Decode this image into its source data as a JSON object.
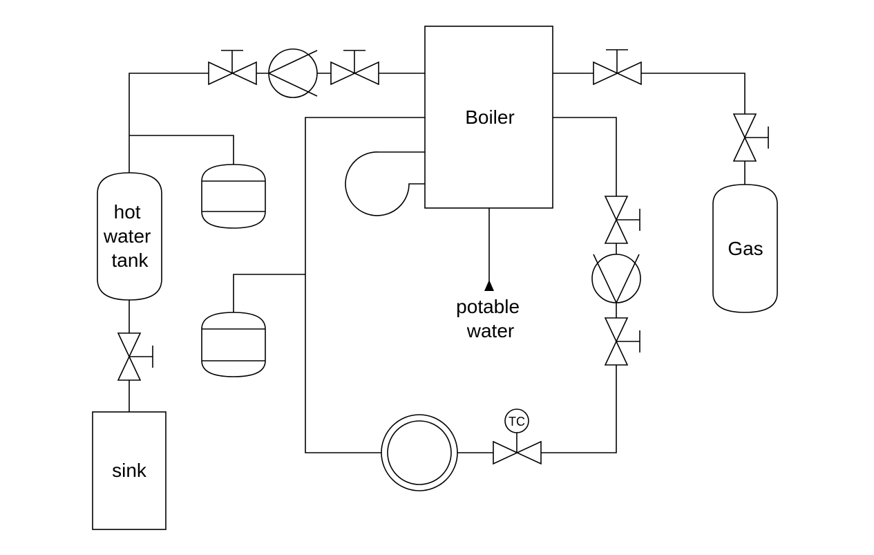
{
  "labels": {
    "boiler": "Boiler",
    "gas": "Gas",
    "hot_water_tank": [
      "hot",
      "water",
      "tank"
    ],
    "sink": "sink",
    "potable_water": [
      "potable",
      "water"
    ],
    "temperature_controller": "TC"
  }
}
